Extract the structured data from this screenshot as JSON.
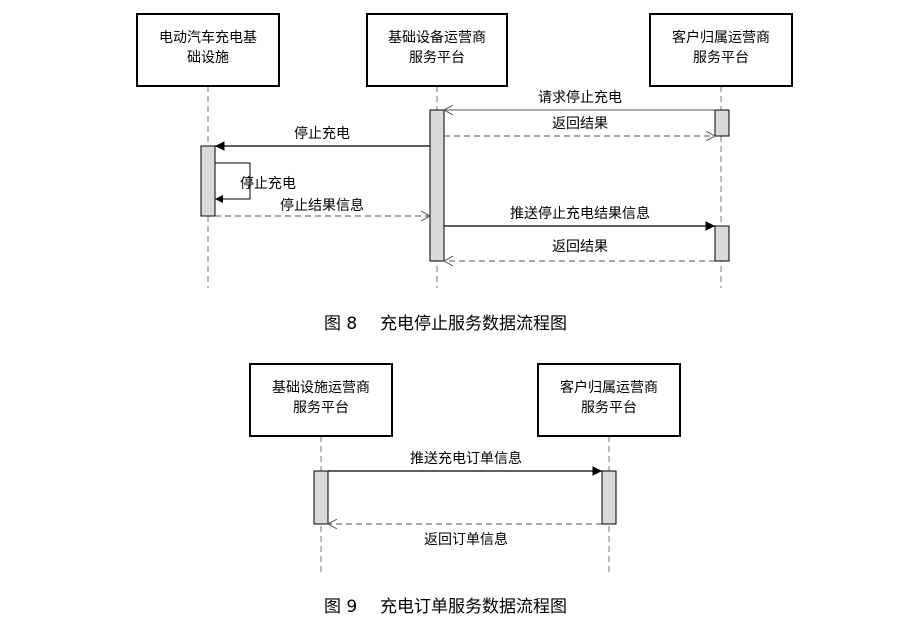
{
  "figure8": {
    "participants": {
      "ev": [
        "电动汽车充电基",
        "础设施"
      ],
      "base": [
        "基础设备运营商",
        "服务平台"
      ],
      "customer": [
        "客户归属运营商",
        "服务平台"
      ]
    },
    "messages": {
      "request_stop": "请求停止充电",
      "return_result_1": "返回结果",
      "stop_charge_cmd": "停止充电",
      "self_stop": "停止充电",
      "stop_result_info": "停止结果信息",
      "push_stop_result": "推送停止充电结果信息",
      "return_result_2": "返回结果"
    },
    "caption_num": "图 8",
    "caption_text": "充电停止服务数据流程图"
  },
  "figure9": {
    "participants": {
      "base": [
        "基础设施运营商",
        "服务平台"
      ],
      "customer": [
        "客户归属运营商",
        "服务平台"
      ]
    },
    "messages": {
      "push_order": "推送充电订单信息",
      "return_order": "返回订单信息"
    },
    "caption_num": "图 9",
    "caption_text": "充电订单服务数据流程图"
  }
}
